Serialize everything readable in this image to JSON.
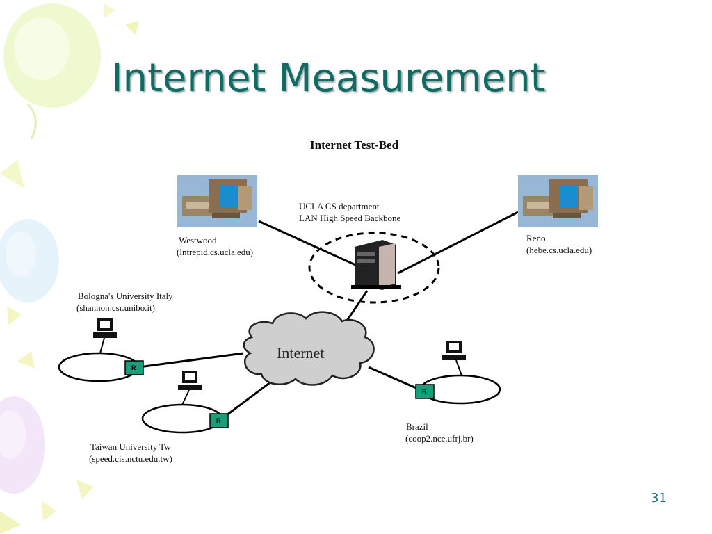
{
  "slide": {
    "title": "Internet Measurement",
    "page_number": "31"
  },
  "diagram": {
    "title": "Internet Test-Bed",
    "hub": {
      "line1": "UCLA CS department",
      "line2": "LAN High Speed Backbone"
    },
    "westwood": {
      "line1": "Westwood",
      "line2": "(lntrepid.cs.ucla.edu)"
    },
    "reno": {
      "line1": "Reno",
      "line2": "(hebe.cs.ucla.edu)"
    },
    "bologna": {
      "line1": "Bologna's University Italy",
      "line2": "(shannon.csr.unibo.it)"
    },
    "taiwan": {
      "line1": "Taiwan University Tw",
      "line2": "(speed.cis.nctu.edu.tw)"
    },
    "brazil": {
      "line1": "Brazil",
      "line2": "(coop2.nce.ufrj.br)"
    },
    "cloud_label": "Internet",
    "router_label": "R"
  }
}
